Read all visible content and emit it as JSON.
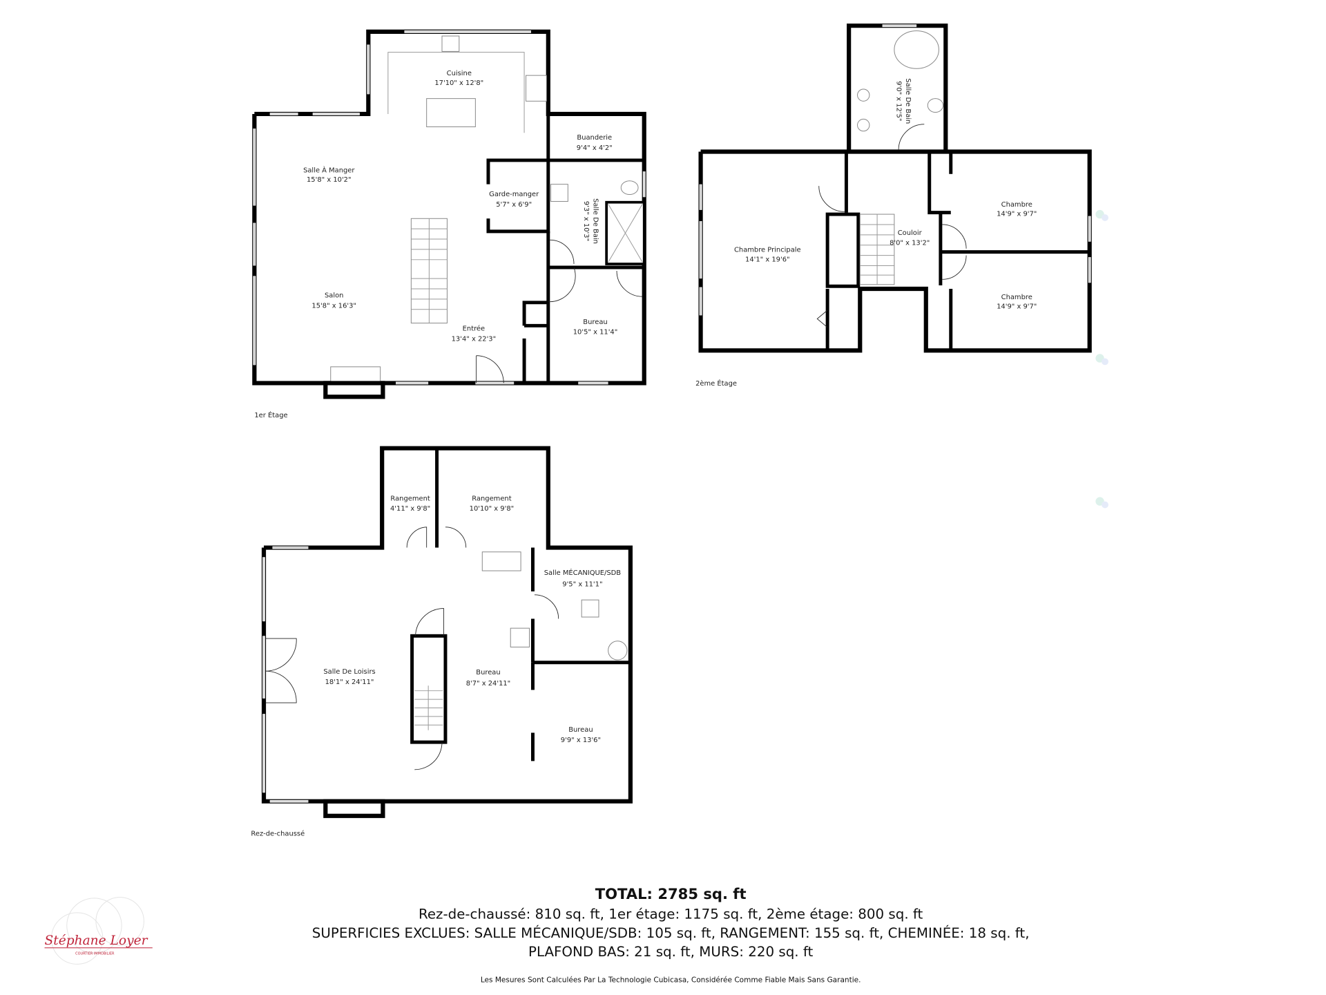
{
  "floors": {
    "first": {
      "label": "1er Étage",
      "rooms": [
        {
          "name": "Cuisine",
          "dims": "17'10\" x 12'8\""
        },
        {
          "name": "Salle À Manger",
          "dims": "15'8\" x 10'2\""
        },
        {
          "name": "Buanderie",
          "dims": "9'4\" x 4'2\""
        },
        {
          "name": "Garde-manger",
          "dims": "5'7\" x 6'9\""
        },
        {
          "name": "Salle De Bain",
          "dims": "9'3\" x 10'3\""
        },
        {
          "name": "Salon",
          "dims": "15'8\" x 16'3\""
        },
        {
          "name": "Entrée",
          "dims": "13'4\" x 22'3\""
        },
        {
          "name": "Bureau",
          "dims": "10'5\" x 11'4\""
        }
      ]
    },
    "second": {
      "label": "2ème Étage",
      "rooms": [
        {
          "name": "Salle De Bain",
          "dims": "9'0\" x 12'5\""
        },
        {
          "name": "Chambre Principale",
          "dims": "14'1\" x 19'6\""
        },
        {
          "name": "Couloir",
          "dims": "8'0\" x 13'2\""
        },
        {
          "name": "Chambre",
          "dims": "14'9\" x 9'7\""
        },
        {
          "name": "Chambre",
          "dims": "14'9\" x 9'7\""
        }
      ]
    },
    "ground": {
      "label": "Rez-de-chaussé",
      "rooms": [
        {
          "name": "Rangement",
          "dims": "4'11\" x 9'8\""
        },
        {
          "name": "Rangement",
          "dims": "10'10\" x 9'8\""
        },
        {
          "name": "Salle MÉCANIQUE/SDB",
          "dims": "9'5\" x 11'1\""
        },
        {
          "name": "Salle De Loisirs",
          "dims": "18'1\" x 24'11\""
        },
        {
          "name": "Bureau",
          "dims": "8'7\" x 24'11\""
        },
        {
          "name": "Bureau",
          "dims": "9'9\" x 13'6\""
        }
      ]
    }
  },
  "summary": {
    "total": "TOTAL: 2785 sq. ft",
    "floors_line": "Rez-de-chaussé: 810 sq. ft, 1er étage: 1175 sq. ft, 2ème étage: 800 sq. ft",
    "excluded_line1": "SUPERFICIES EXCLUES: SALLE MÉCANIQUE/SDB: 105 sq. ft, RANGEMENT: 155 sq. ft, CHEMINÉE: 18 sq. ft,",
    "excluded_line2": "PLAFOND BAS: 21 sq. ft, MURS: 220 sq. ft",
    "disclaimer": "Les Mesures Sont Calculées Par La Technologie Cubicasa, Considérée Comme Fiable Mais Sans Garantie."
  },
  "logo": {
    "signature": "Stéphane Loyer",
    "subtitle": "COURTIER IMMOBILIER",
    "color": "#c0243a"
  }
}
